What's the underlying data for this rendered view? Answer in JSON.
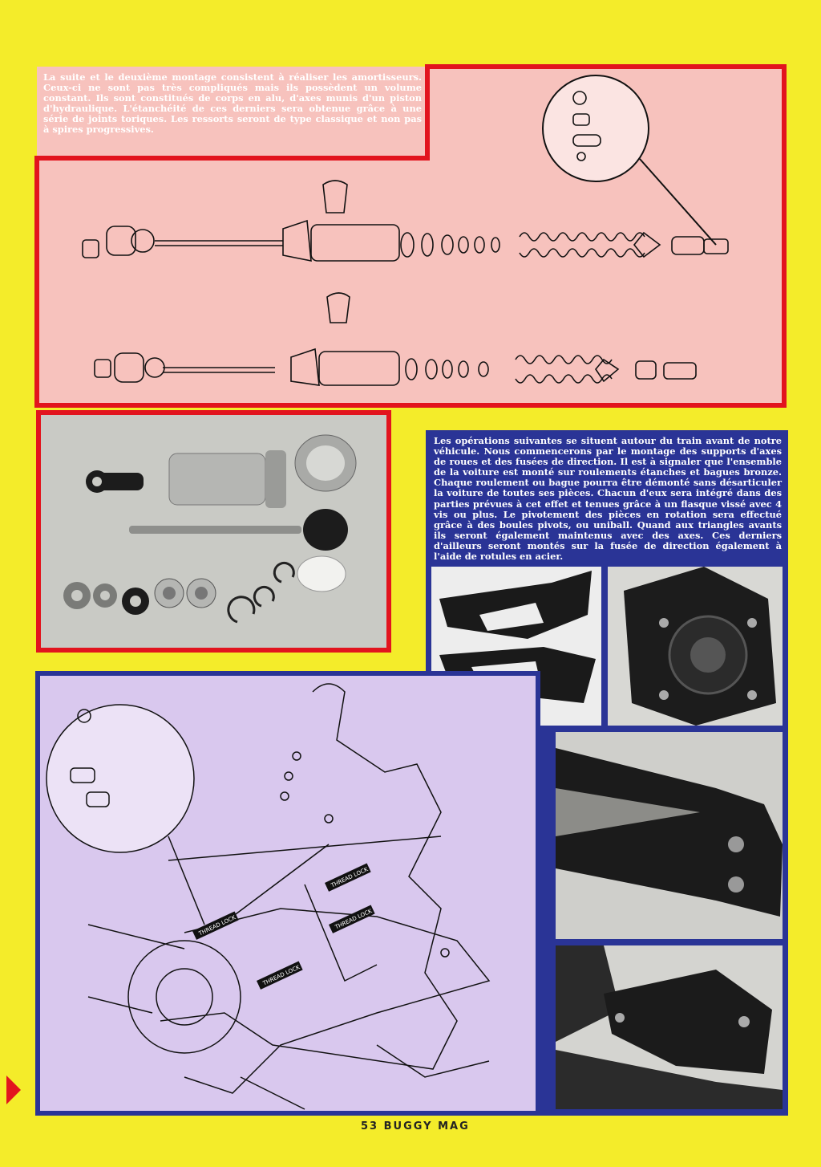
{
  "intro": {
    "text": "La suite et le deuxième montage consistent à réaliser les amortisseurs. Ceux-ci ne sont pas très compliqués mais ils possèdent un volume constant. Ils sont constitués de corps en alu, d'axes munis d'un piston d'hydraulique. L'étanchéité de ces derniers sera obtenue grâce à une série de joints toriques. Les ressorts seront de type classique et non pas à spires progressives."
  },
  "body": {
    "text": "Les opérations suivantes se situent autour du train avant de notre véhicule. Nous commencerons par le montage des supports d'axes de roues et des fusées de direction. Il est à signaler que l'ensemble de la voiture est monté sur roulements étanches et bagues bronze. Chaque roulement ou bague pourra être démonté sans désarticuler la voiture de toutes ses pièces. Chacun d'eux sera intégré dans des parties prévues à cet effet et tenues grâce à un flasque vissé avec 4 vis ou plus. Le pivotement des pièces en rotation sera effectué grâce à des boules pivots, ou uniball. Quand aux triangles avants ils seront également maintenus avec des axes. Ces derniers d'ailleurs seront montés sur la fusée de direction également à l'aide de rotules en acier."
  },
  "diagram": {
    "labels": [
      "THREAD LOCK",
      "THREAD LOCK",
      "THREAD LOCK",
      "THREAD LOCK"
    ]
  },
  "footer": {
    "page_number": "53",
    "magazine": "BUGGY MAG"
  },
  "colors": {
    "page_bg": "#f4ec2a",
    "red_frame": "#e2141e",
    "pink_panel": "#f7c2bd",
    "blue_panel": "#2a3496",
    "lavender_panel": "#d9c8ee"
  }
}
